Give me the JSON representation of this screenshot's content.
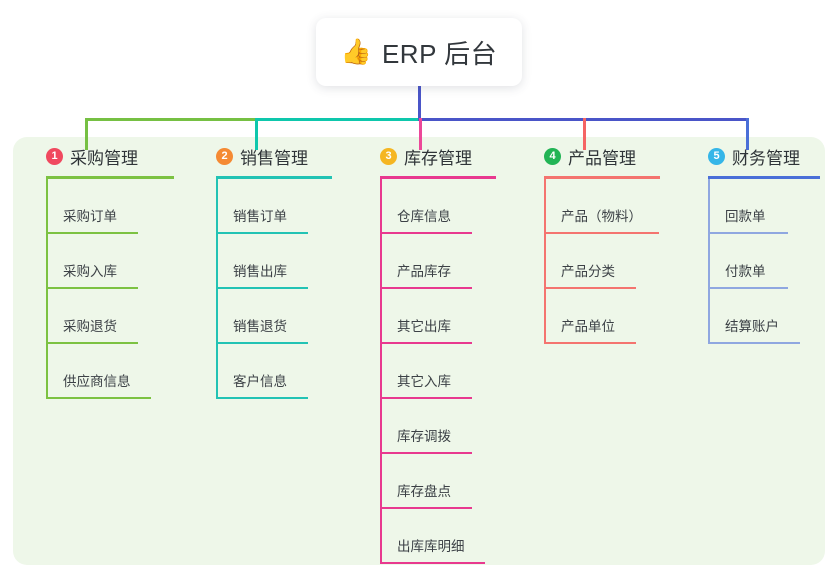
{
  "root": {
    "icon": "thumbs-up-emoji",
    "emoji": "👍",
    "title": "ERP 后台"
  },
  "palette": {
    "panel_bg": "#eef7e9",
    "page_bg": "#ffffff",
    "root_trunk": "#4a55c8",
    "bus_green": "#76c043",
    "bus_teal": "#0ec7ac",
    "bus_blue": "#4a55c8",
    "drop_green": "#76c043",
    "drop_teal": "#0ec7ac",
    "drop_pink": "#ec4899",
    "drop_red": "#f56464",
    "drop_blue": "#4a6fd8"
  },
  "columns": [
    {
      "index": "1",
      "badge_color": "#f0495f",
      "accent": "#7cc242",
      "title": "采购管理",
      "head_rule_width": 128,
      "items": [
        {
          "label": "采购订单",
          "rule_width": 92
        },
        {
          "label": "采购入库",
          "rule_width": 92
        },
        {
          "label": "采购退货",
          "rule_width": 92
        },
        {
          "label": "供应商信息",
          "rule_width": 105
        }
      ]
    },
    {
      "index": "2",
      "badge_color": "#f58a33",
      "accent": "#22c3b4",
      "title": "销售管理",
      "head_rule_width": 116,
      "items": [
        {
          "label": "销售订单",
          "rule_width": 92
        },
        {
          "label": "销售出库",
          "rule_width": 92
        },
        {
          "label": "销售退货",
          "rule_width": 92
        },
        {
          "label": "客户信息",
          "rule_width": 92
        }
      ]
    },
    {
      "index": "3",
      "badge_color": "#f5b622",
      "accent": "#e8398f",
      "title": "库存管理",
      "head_rule_width": 116,
      "items": [
        {
          "label": "仓库信息",
          "rule_width": 92
        },
        {
          "label": "产品库存",
          "rule_width": 92
        },
        {
          "label": "其它出库",
          "rule_width": 92
        },
        {
          "label": "其它入库",
          "rule_width": 92
        },
        {
          "label": "库存调拨",
          "rule_width": 92
        },
        {
          "label": "库存盘点",
          "rule_width": 92
        },
        {
          "label": "出库库明细",
          "rule_width": 105
        }
      ]
    },
    {
      "index": "4",
      "badge_color": "#22b455",
      "accent": "#f4746f",
      "title": "产品管理",
      "head_rule_width": 116,
      "items": [
        {
          "label": "产品（物料）",
          "rule_width": 115
        },
        {
          "label": "产品分类",
          "rule_width": 92
        },
        {
          "label": "产品单位",
          "rule_width": 92
        }
      ]
    },
    {
      "index": "5",
      "badge_color": "#35b6e8",
      "accent": "#4a6fd8",
      "title": "财务管理",
      "head_rule_width": 112,
      "items": [
        {
          "label": "回款单",
          "rule_width": 80
        },
        {
          "label": "付款单",
          "rule_width": 80
        },
        {
          "label": "结算账户",
          "rule_width": 92
        }
      ]
    }
  ]
}
